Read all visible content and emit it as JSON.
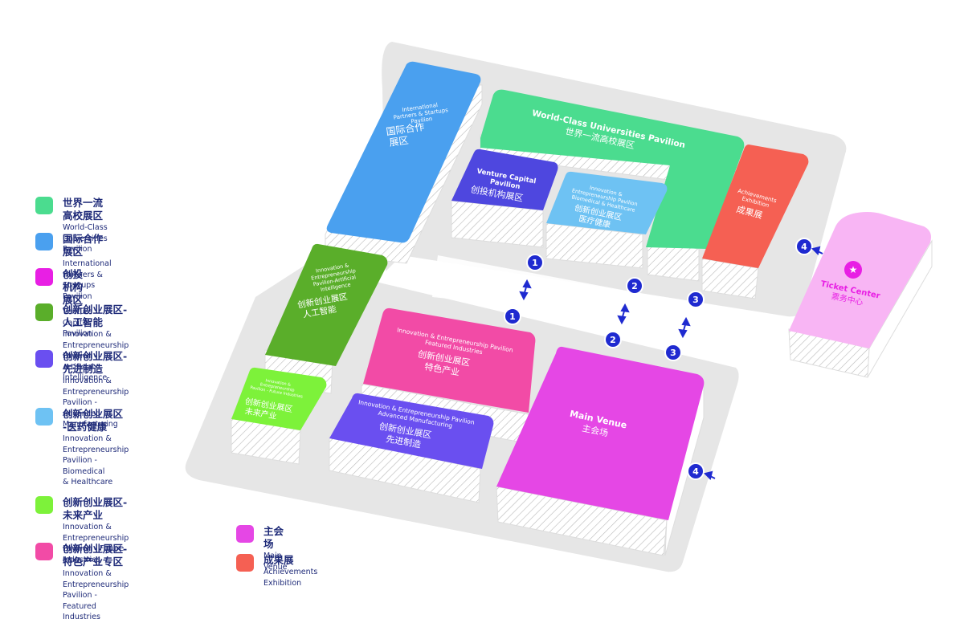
{
  "colors": {
    "universities": "#4bdc8f",
    "international": "#4aa0ef",
    "venture": "#e81fe4",
    "venture_block": "#4e47df",
    "ai": "#5aae2a",
    "advanced": "#6a4ff0",
    "biomedical": "#6ec2f3",
    "future": "#7df23a",
    "featured": "#f24ba6",
    "main_venue": "#e547e5",
    "achievements": "#f56053",
    "ticket": "#f8b5f4",
    "marker": "#1f2ad0",
    "legend_text": "#1e2a78"
  },
  "legend": [
    {
      "cn": "世界一流高校展区",
      "en": "World-Class Universities Pavilion",
      "color": "#4bdc8f"
    },
    {
      "cn": "国际合作展区",
      "en": "International Partners & Startups Pavilion",
      "color": "#4aa0ef"
    },
    {
      "cn": "创投机构展区",
      "en": "Venture Capital Pavilion",
      "color": "#e81fe4"
    },
    {
      "cn": "创新创业展区-人工智能",
      "en": "Innovation & Entrepreneurship\nPavilion - Artificial Intelligence",
      "color": "#5aae2a"
    },
    {
      "cn": "创新创业展区-先进制造",
      "en": "Innovation & Entrepreneurship\nPavilion - Advanced\nManufacturing",
      "color": "#6a4ff0"
    },
    {
      "cn": "创新创业展区\n-医药健康",
      "en": "Innovation &\nEntrepreneurship\nPavilion - Biomedical\n& Healthcare",
      "color": "#6ec2f3"
    },
    {
      "cn": "创新创业展区-未来产业",
      "en": "Innovation & Entrepreneurship\nPavilion - Future Industries",
      "color": "#7df23a"
    },
    {
      "cn": "创新创业展区-特色产业专区",
      "en": "Innovation & Entrepreneurship\nPavilion -Featured Industries",
      "color": "#f24ba6"
    },
    {
      "cn": "主会场",
      "en": "Main Venue",
      "color": "#e547e5"
    },
    {
      "cn": "成果展",
      "en": "Achievements Exhibition",
      "color": "#f56053"
    }
  ],
  "map": {
    "universities": {
      "en": "World-Class Universities Pavilion",
      "cn": "世界一流高校展区"
    },
    "international": {
      "en1": "International",
      "en2": "Partners & Startups",
      "en3": "Pavilion",
      "cn1": "国际合作",
      "cn2": "展区"
    },
    "venture": {
      "en1": "Venture Capital",
      "en2": "Pavilion",
      "cn": "创投机构展区"
    },
    "biomedical": {
      "en1": "Innovation &",
      "en2": "Entrepreneurship Pavilion",
      "en3": "Biomedical & Healthcare",
      "cn1": "创新创业展区",
      "cn2": "医疗健康"
    },
    "achievements": {
      "en1": "Achievements",
      "en2": "Exhibition",
      "cn": "成果展"
    },
    "ai": {
      "en1": "Innovation &",
      "en2": "Entrepreneurship",
      "en3": "Pavilion-Artificial",
      "en4": "Intelligence",
      "cn1": "创新创业展区",
      "cn2": "人工智能"
    },
    "featured": {
      "en1": "Innovation & Entrepreneurship Pavilion",
      "en2": "Featured Industries",
      "cn1": "创新创业展区",
      "cn2": "特色产业"
    },
    "future": {
      "en1": "Innovation &",
      "en2": "Entrepreneurship",
      "en3": "Pavilion - Future Industries",
      "cn1": "创新创业展区",
      "cn2": "未来产业"
    },
    "advanced": {
      "en1": "Innovation & Entrepreneurship Pavilion",
      "en2": "Advanced Manufacturing",
      "cn1": "创新创业展区",
      "cn2": "先进制造"
    },
    "main_venue": {
      "en": "Main Venue",
      "cn": "主会场"
    },
    "ticket": {
      "en": "Ticket Center",
      "cn": "票务中心"
    },
    "markers": {
      "m1": "1",
      "m2": "2",
      "m3": "3",
      "m4": "4"
    }
  }
}
